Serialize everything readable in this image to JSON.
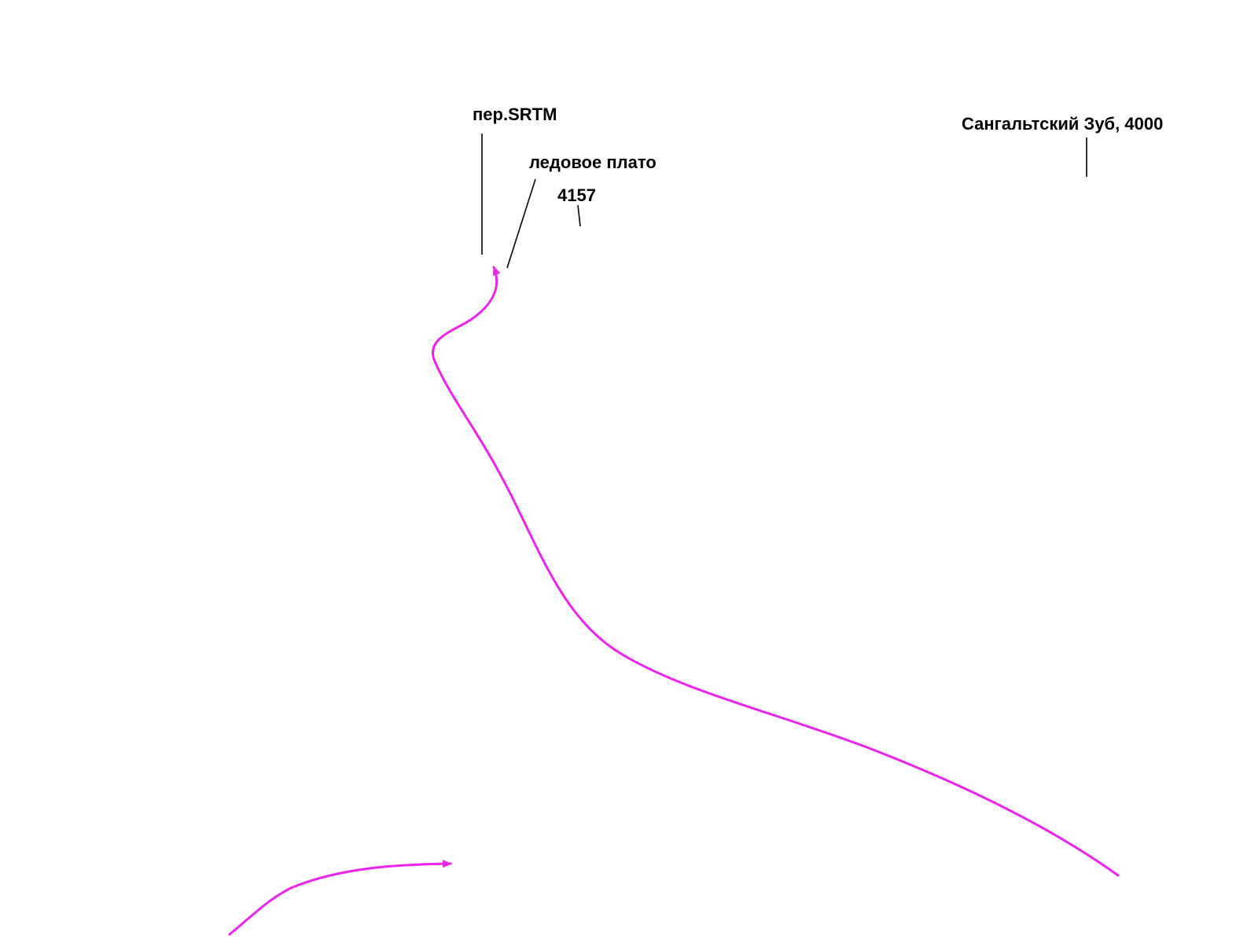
{
  "labels": {
    "pass": "пер.SRTM",
    "ice_plateau": "ледовое плато",
    "height_point": "4157",
    "peak": "Сангальтский Зуб, 4000"
  },
  "colors": {
    "route": "#ee22ee",
    "text": "#000000",
    "leader": "#000000",
    "background": "#ffffff"
  }
}
